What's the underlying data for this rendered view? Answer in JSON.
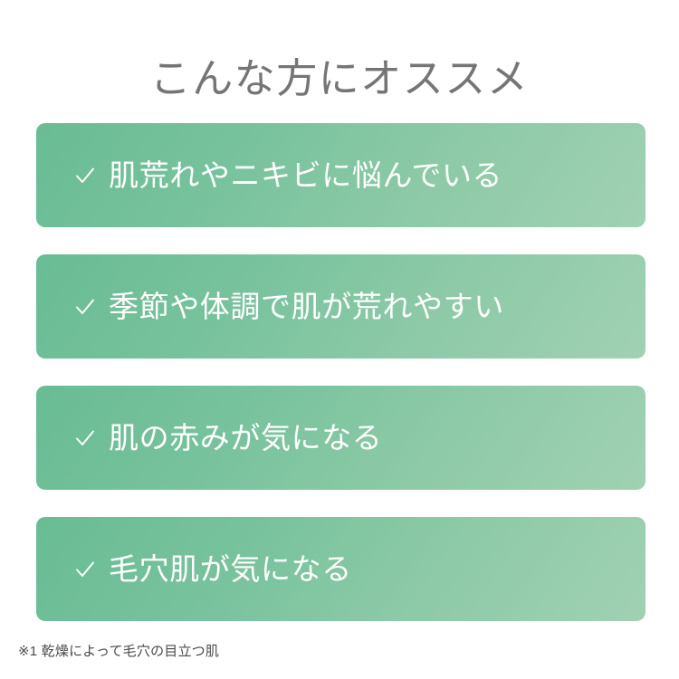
{
  "page": {
    "background_color": "#ffffff",
    "title": "こんな方にオススメ",
    "title_color": "#757575"
  },
  "cards": {
    "gradient_start_color": "#69bc94",
    "gradient_end_color": "#a0d1b2",
    "text_color": "#ffffff",
    "check_icon_name": "check-icon",
    "items": [
      {
        "check": "✓",
        "label": "肌荒れやニキビに悩んでいる"
      },
      {
        "check": "✓",
        "label": "季節や体調で肌が荒れやすい"
      },
      {
        "check": "✓",
        "label": "肌の赤みが気になる"
      },
      {
        "check": "✓",
        "label": "毛穴肌が気になる"
      }
    ]
  },
  "footnote": {
    "text": "※1 乾燥によって毛穴の目立つ肌",
    "color": "#4a4a4a"
  }
}
